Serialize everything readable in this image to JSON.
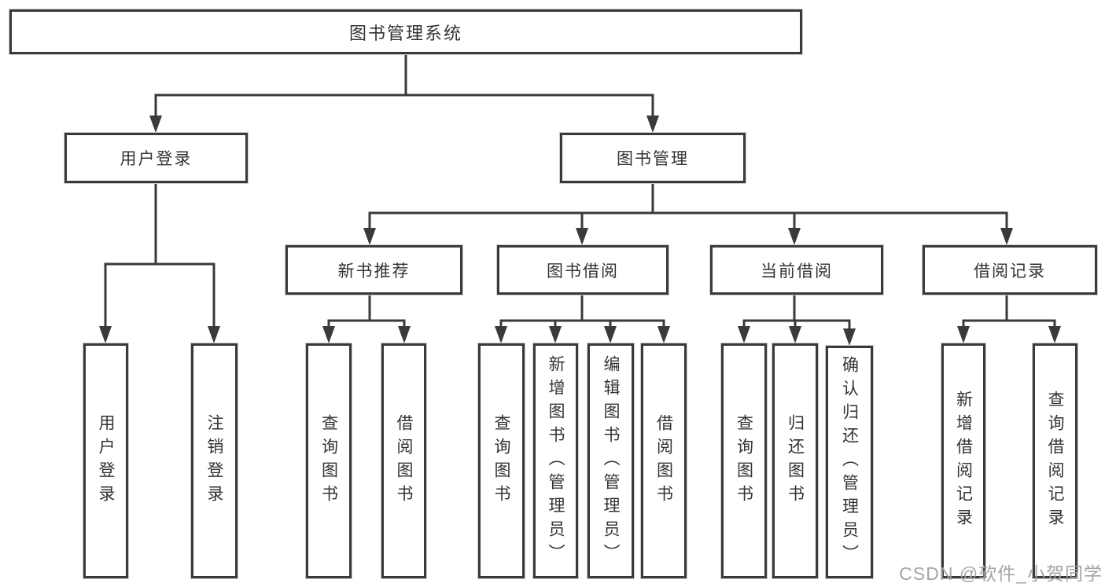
{
  "diagram": {
    "root": "图书管理系统",
    "user_login": {
      "label": "用户登录",
      "children": [
        "用户登录",
        "注销登录"
      ]
    },
    "book_mgmt": {
      "label": "图书管理",
      "groups": [
        {
          "label": "新书推荐",
          "children": [
            "查询图书",
            "借阅图书"
          ]
        },
        {
          "label": "图书借阅",
          "children": [
            "查询图书",
            "新增图书（管理员）",
            "编辑图书（管理员）",
            "借阅图书"
          ]
        },
        {
          "label": "当前借阅",
          "children": [
            "查询图书",
            "归还图书",
            "确认归还（管理员）"
          ]
        },
        {
          "label": "借阅记录",
          "children": [
            "新增借阅记录",
            "查询借阅记录"
          ]
        }
      ]
    }
  },
  "watermark": {
    "text": "CSDN @软件_小贺同学"
  },
  "colors": {
    "line": "#3a3a3a",
    "box_border": "#3a3a3a",
    "text": "#333333",
    "watermark": "#a0a0a0",
    "background": "#ffffff"
  }
}
